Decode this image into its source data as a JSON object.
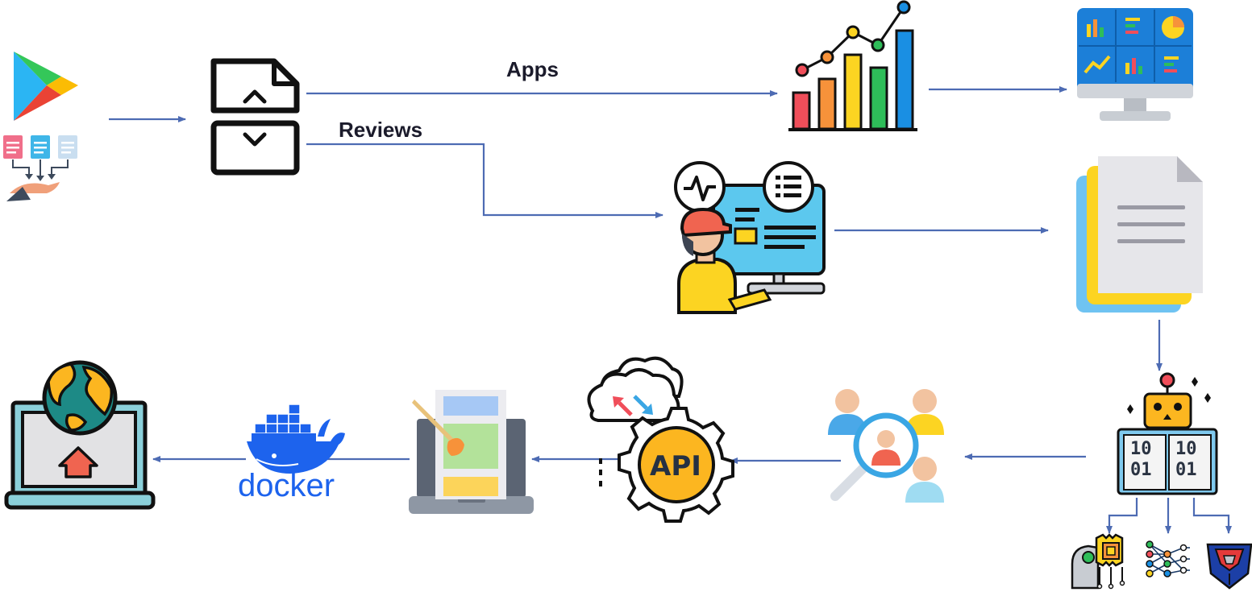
{
  "labels": {
    "apps": "Apps",
    "reviews": "Reviews"
  },
  "icons": {
    "docker_text": "docker",
    "api_text": "API",
    "binary_left_top": "10",
    "binary_left_bottom": "01",
    "binary_right_top": "10",
    "binary_right_bottom": "01"
  },
  "colors": {
    "arrow": "#4d6bb3",
    "docker_blue": "#1d63ed"
  }
}
